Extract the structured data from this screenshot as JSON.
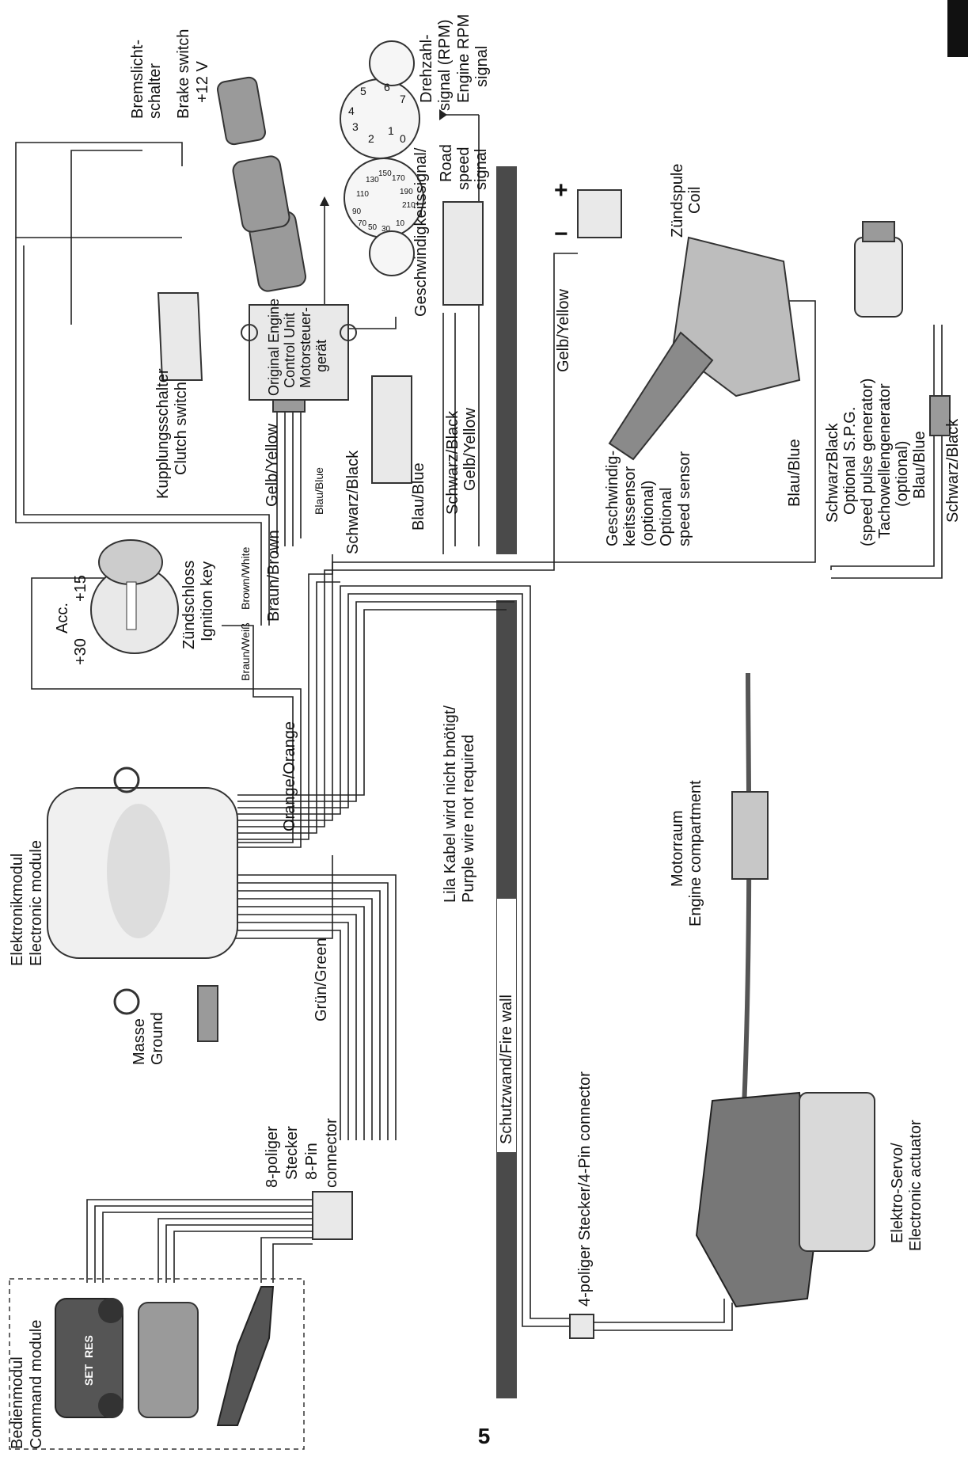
{
  "labels": {
    "bremslicht_1": "Bremslicht-",
    "bremslicht_2": "schalter",
    "brake_switch": "Brake switch",
    "plus12v": "+12 V",
    "drehzahl_1": "Drehzahl-",
    "drehzahl_2": "signal (RPM)",
    "engine_rpm": "Engine RPM",
    "signal": "signal",
    "geschw_signal": "Geschwindigkeitssignal/",
    "road": "Road",
    "speed": "speed",
    "signal2": "signal",
    "zuendspule": "Zündspule",
    "coil": "Coil",
    "gelb_yellow": "Gelb/Yellow",
    "kupplung": "Kupplungsschalter",
    "clutch": "Clutch switch",
    "ecu_1": "Original Engine",
    "ecu_2": "Control Unit",
    "ecu_3": "Motorsteuer-",
    "ecu_4": "gerät",
    "gelb_yellow2": "Gelb/Yellow",
    "blau_blue_sm": "Blau/Blue",
    "schwarz_black": "Schwarz/Black",
    "blau_blue": "Blau/Blue",
    "schwarz_black2": "Schwarz/Black",
    "gelb_yellow3": "Gelb/Yellow",
    "gs_1": "Geschwindig-",
    "gs_2": "keitssensor",
    "gs_3": "(optional)",
    "gs_4": "Optional",
    "gs_5": "speed sensor",
    "blau_blue2": "Blau/Blue",
    "spg_1": "SchwarzBlack",
    "spg_2": "Optional S.P.G.",
    "spg_3": "(speed pulse generator)",
    "spg_4": "Tachowellengenerator",
    "spg_5": "(optional)",
    "blau_blue3": "Blau/Blue",
    "schwarz_black3": "Schwarz/Black",
    "acc": "Acc.",
    "plus15": "+15",
    "plus30": "+30",
    "zuendschloss": "Zündschloss",
    "ignition": "Ignition key",
    "braun_brown": "Braun/Brown",
    "brown_white": "Brown/White",
    "braun_weiss": "Braun/Weiß",
    "orange": "Orange/Orange",
    "lila_1": "Lila Kabel wird nicht bnötigt/",
    "lila_2": "Purple wire not required",
    "elektronik_1": "Elektronikmodul",
    "elektronik_2": "Electronic module",
    "gruen": "Grün/Green",
    "masse": "Masse",
    "ground": "Ground",
    "stecker_1": "8-poliger",
    "stecker_2": "Stecker",
    "stecker_3": "8-Pin",
    "stecker_4": "connector",
    "firewall": "Schutzwand/Fire wall",
    "motorraum_1": "Motorraum",
    "motorraum_2": "Engine compartment",
    "stecker4": "4-poliger Stecker/4-Pin connector",
    "servo_1": "Elektro-Servo/",
    "servo_2": "Electronic actuator",
    "bedien_1": "Bedienmodul",
    "bedien_2": "Command module",
    "res": "RES",
    "set": "SET",
    "plus": "+",
    "minus": "−",
    "tacho_1": "1",
    "tacho_2": "2",
    "tacho_3": "3",
    "tacho_4": "4",
    "tacho_5": "5",
    "tacho_6": "6",
    "tacho_7": "7",
    "tacho_0": "0",
    "speedo_90": "90",
    "speedo_70": "70",
    "speedo_50": "50",
    "speedo_30": "30",
    "speedo_110": "110",
    "speedo_130": "130",
    "speedo_150": "150",
    "speedo_170": "170",
    "speedo_190": "190",
    "speedo_210": "210",
    "speedo_10": "10"
  },
  "page": {
    "number": "5"
  }
}
